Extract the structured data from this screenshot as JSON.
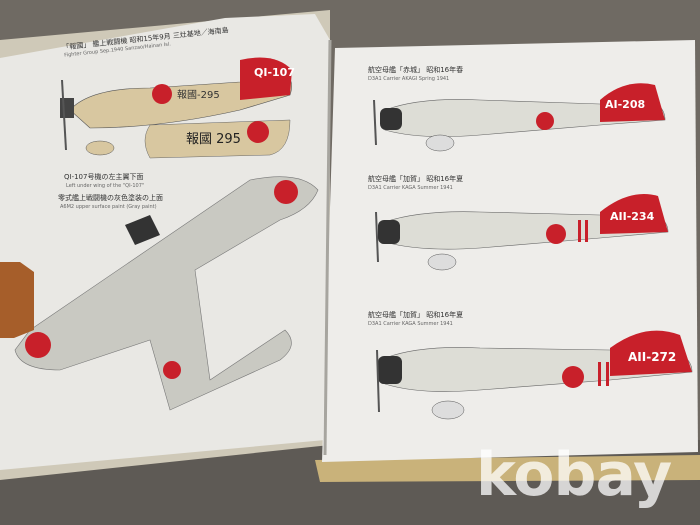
{
  "left_page": {
    "title_jp": "「報國」 艦上戦闘機 昭和15年9月 三灶基地／海南島",
    "title_en": "Fighter Group Sep.1940 Sanzao/Hainan Isl.",
    "tail_code": "QI-107",
    "fuselage_marking": "報國-295",
    "wing_marking": "報國 295",
    "wing_caption_jp": "QI-107号機の左主翼下面",
    "wing_caption_en": "Left under wing of the \"QI-107\"",
    "upper_caption_jp": "零式艦上戦闘機の灰色塗装の上面",
    "upper_caption_en": "A6M2 upper surface paint (Gray paint)"
  },
  "right_page": {
    "planes": [
      {
        "caption_jp": "航空母艦「赤城」 昭和16年春",
        "caption_en": "D3A1 Carrier AKAGI Spring 1941",
        "tail_code": "AI-208"
      },
      {
        "caption_jp": "航空母艦「加賀」 昭和16年夏",
        "caption_en": "D3A1 Carrier KAGA Summer 1941",
        "tail_code": "AII-234"
      },
      {
        "caption_jp": "航空母艦「加賀」 昭和16年夏",
        "caption_en": "D3A1 Carrier KAGA Summer 1941",
        "tail_code": "AII-272"
      }
    ]
  },
  "watermark": "kobay",
  "colors": {
    "hinomaru": "#c8202a",
    "page": "#ecebe6",
    "tan": "#d8c7a0",
    "gray": "#c9c9c2"
  }
}
